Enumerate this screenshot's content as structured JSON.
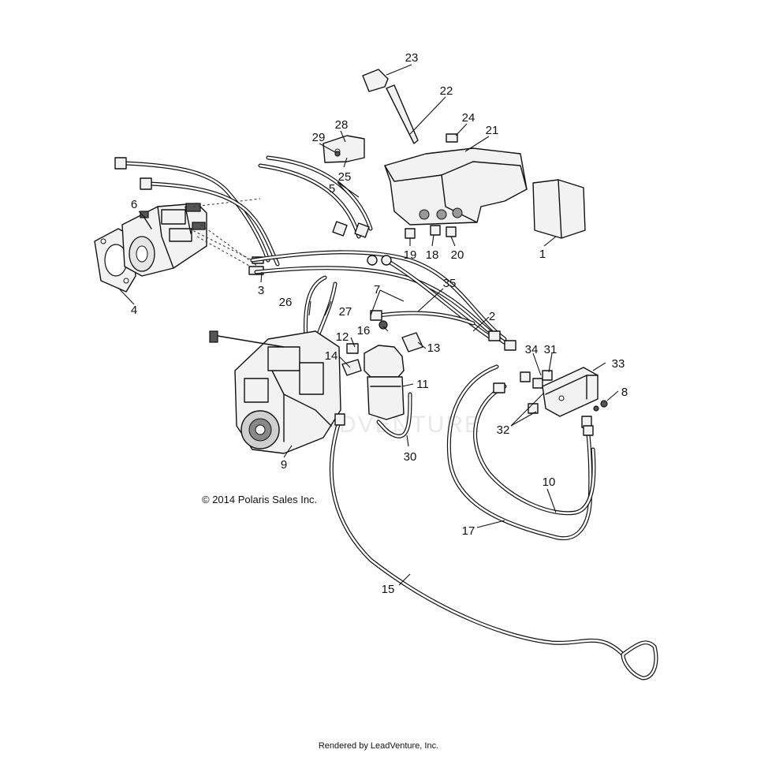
{
  "watermark": "ADVENTURE",
  "copyright": "© 2014 Polaris Sales Inc.",
  "footer": "Rendered by LeadVenture, Inc.",
  "callouts": {
    "c1": "1",
    "c2": "2",
    "c3": "3",
    "c4": "4",
    "c5": "5",
    "c6": "6",
    "c7": "7",
    "c8": "8",
    "c9": "9",
    "c10": "10",
    "c11": "11",
    "c12": "12",
    "c13": "13",
    "c14": "14",
    "c15": "15",
    "c16": "16",
    "c17": "17",
    "c18": "18",
    "c19": "19",
    "c20": "20",
    "c21": "21",
    "c22": "22",
    "c23": "23",
    "c24": "24",
    "c25": "25",
    "c26": "26",
    "c27": "27",
    "c28": "28",
    "c29": "29",
    "c30": "30",
    "c31": "31",
    "c32": "32",
    "c33": "33",
    "c34": "34",
    "c35": "35"
  }
}
